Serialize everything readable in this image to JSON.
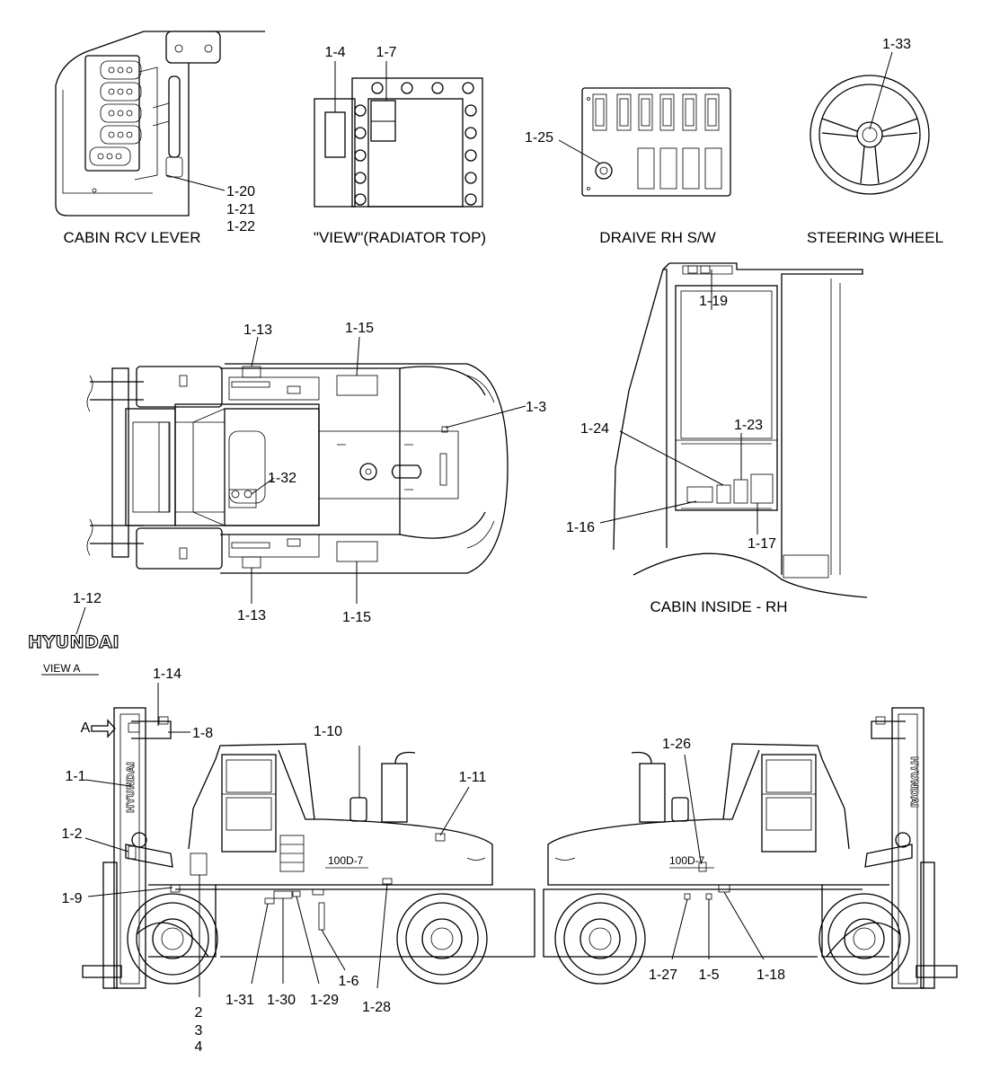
{
  "captions": {
    "cabin_rcv_lever": "CABIN RCV LEVER",
    "radiator_top": "\"VIEW\"(RADIATOR TOP)",
    "drive_rh_sw": "DRAIVE RH S/W",
    "steering_wheel": "STEERING WHEEL",
    "cabin_inside_rh": "CABIN INSIDE - RH",
    "view_a": "VIEW A",
    "arrow_a": "A"
  },
  "logo": {
    "text": "HYUNDAI",
    "mast_text": "HYUNDAI",
    "model": "100D-7"
  },
  "callouts": {
    "c1_20": "1-20",
    "c1_21": "1-21",
    "c1_22": "1-22",
    "c1_4": "1-4",
    "c1_7": "1-7",
    "c1_25": "1-25",
    "c1_33": "1-33",
    "c1_13_top": "1-13",
    "c1_15_top": "1-15",
    "c1_3": "1-3",
    "c1_32": "1-32",
    "c1_13_bottom": "1-13",
    "c1_15_bottom": "1-15",
    "c1_19": "1-19",
    "c1_24": "1-24",
    "c1_23": "1-23",
    "c1_16": "1-16",
    "c1_17": "1-17",
    "c1_12": "1-12",
    "c1_14": "1-14",
    "c1_8": "1-8",
    "c1_1": "1-1",
    "c1_2": "1-2",
    "c1_9": "1-9",
    "c1_10": "1-10",
    "c1_11": "1-11",
    "c1_31": "1-31",
    "c1_30": "1-30",
    "c1_29": "1-29",
    "c1_6": "1-6",
    "c1_28": "1-28",
    "c2": "2",
    "c3": "3",
    "c4": "4",
    "c1_26": "1-26",
    "c1_27": "1-27",
    "c1_5": "1-5",
    "c1_18": "1-18"
  }
}
